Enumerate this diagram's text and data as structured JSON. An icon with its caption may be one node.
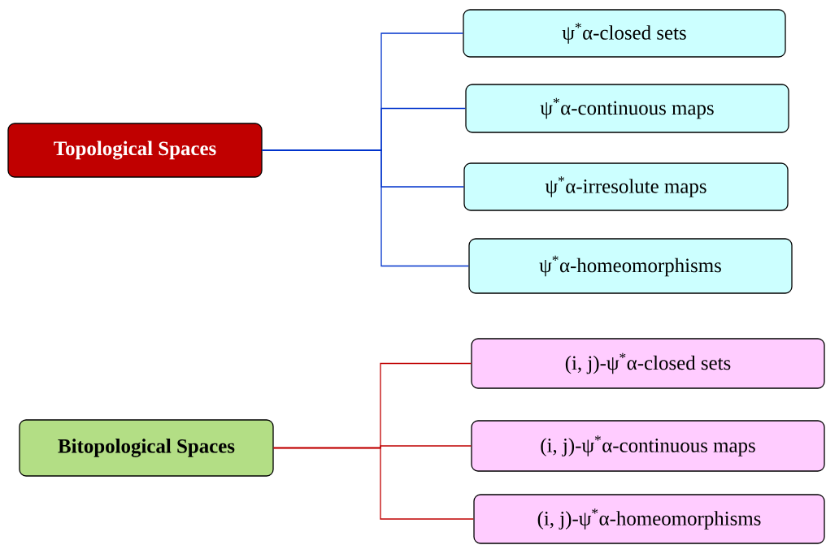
{
  "diagram": {
    "nodes": [
      {
        "text": [
          "Topological Spaces"
        ]
      },
      {
        "text": [
          "ψ$^{*}$α-closed sets"
        ]
      },
      {
        "text": [
          "ψ$^{*}$α-continuous maps"
        ]
      },
      {
        "text": [
          "ψ$^{*}$α-irresolute  maps"
        ]
      },
      {
        "text": [
          "ψ$^{*}$α-homeomorphisms"
        ]
      },
      {
        "text": [
          "Bitopological Spaces"
        ]
      },
      {
        "text": [
          "(i, j)-ψ$^{*}$α-closed sets"
        ]
      },
      {
        "text": [
          "(i, j)-ψ$^{*}$α-continuous maps"
        ]
      },
      {
        "text": [
          "(i, j)-ψ$^{*}$α-homeomorphisms"
        ]
      }
    ],
    "edges": [
      {
        "from": 0,
        "to": 1,
        "arrow": "none"
      },
      {
        "from": 0,
        "to": 2,
        "arrow": "none"
      },
      {
        "from": 0,
        "to": 3,
        "arrow": "none"
      },
      {
        "from": 0,
        "to": 4,
        "arrow": "none"
      },
      {
        "from": 5,
        "to": 6,
        "arrow": "none",
        "color": "#c00000"
      },
      {
        "from": 5,
        "to": 7,
        "arrow": "none",
        "color": "#c00000"
      },
      {
        "from": 5,
        "to": 8,
        "arrow": "none",
        "color": "#c00000"
      }
    ]
  }
}
